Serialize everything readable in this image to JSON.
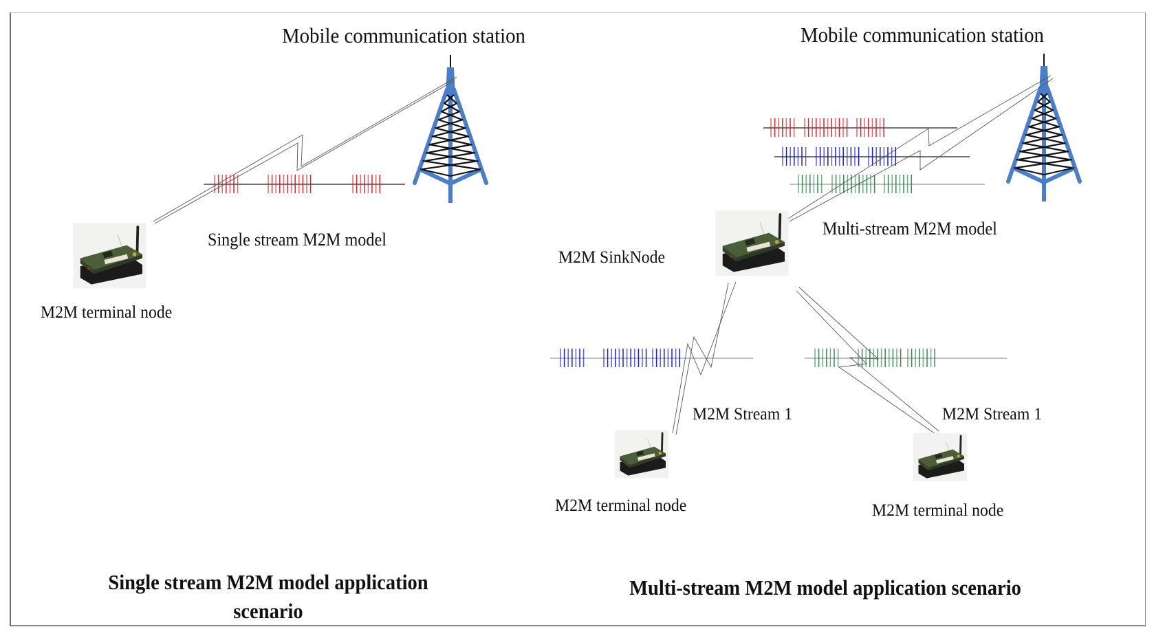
{
  "left_panel": {
    "station_label": "Mobile communication station",
    "model_label": "Single  stream M2M model",
    "terminal_label": "M2M  terminal node",
    "caption_line1": "Single  stream M2M  model  application",
    "caption_line2": "scenario",
    "streams": [
      {
        "color": "#e8202a",
        "bursts": [
          7,
          12,
          8
        ]
      }
    ]
  },
  "right_panel": {
    "station_label": "Mobile communication station",
    "model_label": "Multi-stream M2M model",
    "sink_label": "M2M SinkNode",
    "stream_label_left": "M2M Stream 1",
    "stream_label_right": "M2M Stream 1",
    "terminal_label_left": "M2M  terminal node",
    "terminal_label_right": "M2M  terminal node",
    "caption": "Multi-stream M2M model  application scenario",
    "streams": [
      {
        "color": "#e8202a",
        "bursts": [
          7,
          12,
          8
        ]
      },
      {
        "color": "#1a1ae0",
        "bursts": [
          7,
          12,
          8
        ]
      },
      {
        "color": "#2e8b57",
        "bursts": [
          7,
          12,
          8
        ]
      }
    ],
    "link_streams": [
      {
        "color": "#1a1ae0",
        "bursts": [
          7,
          12,
          8
        ]
      },
      {
        "color": "#2e8b57",
        "bursts": [
          7,
          12,
          8
        ]
      }
    ]
  },
  "icons": {
    "tower_color": "#4a7ec8",
    "lattice_color": "#111111"
  }
}
